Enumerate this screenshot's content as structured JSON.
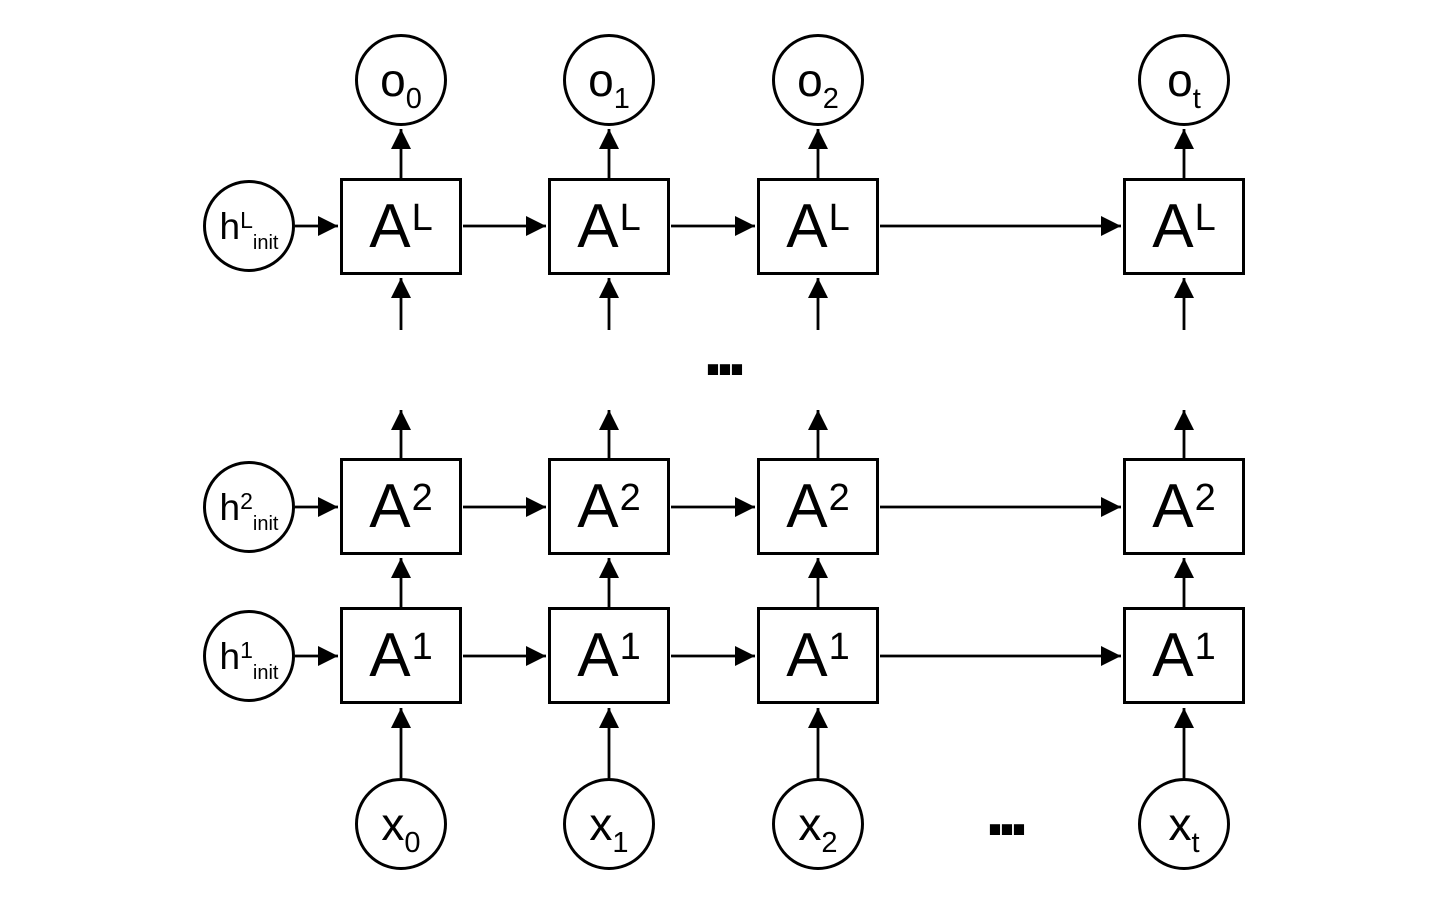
{
  "colors": {
    "ink": "#000000",
    "background": "#ffffff"
  },
  "ellipsis": {
    "layers_gap": "...",
    "timesteps_gap": "..."
  },
  "nodes": {
    "outputs": [
      {
        "base": "o",
        "sub": "0"
      },
      {
        "base": "o",
        "sub": "1"
      },
      {
        "base": "o",
        "sub": "2"
      },
      {
        "base": "o",
        "sub": "t"
      }
    ],
    "inputs": [
      {
        "base": "x",
        "sub": "0"
      },
      {
        "base": "x",
        "sub": "1"
      },
      {
        "base": "x",
        "sub": "2"
      },
      {
        "base": "x",
        "sub": "t"
      }
    ],
    "initial_states": [
      {
        "base": "h",
        "sup": "L",
        "sub": "init"
      },
      {
        "base": "h",
        "sup": "2",
        "sub": "init"
      },
      {
        "base": "h",
        "sup": "1",
        "sub": "init"
      }
    ],
    "cells": {
      "layer_L": [
        {
          "base": "A",
          "sup": "L"
        },
        {
          "base": "A",
          "sup": "L"
        },
        {
          "base": "A",
          "sup": "L"
        },
        {
          "base": "A",
          "sup": "L"
        }
      ],
      "layer_2": [
        {
          "base": "A",
          "sup": "2"
        },
        {
          "base": "A",
          "sup": "2"
        },
        {
          "base": "A",
          "sup": "2"
        },
        {
          "base": "A",
          "sup": "2"
        }
      ],
      "layer_1": [
        {
          "base": "A",
          "sup": "1"
        },
        {
          "base": "A",
          "sup": "1"
        },
        {
          "base": "A",
          "sup": "1"
        },
        {
          "base": "A",
          "sup": "1"
        }
      ]
    }
  }
}
